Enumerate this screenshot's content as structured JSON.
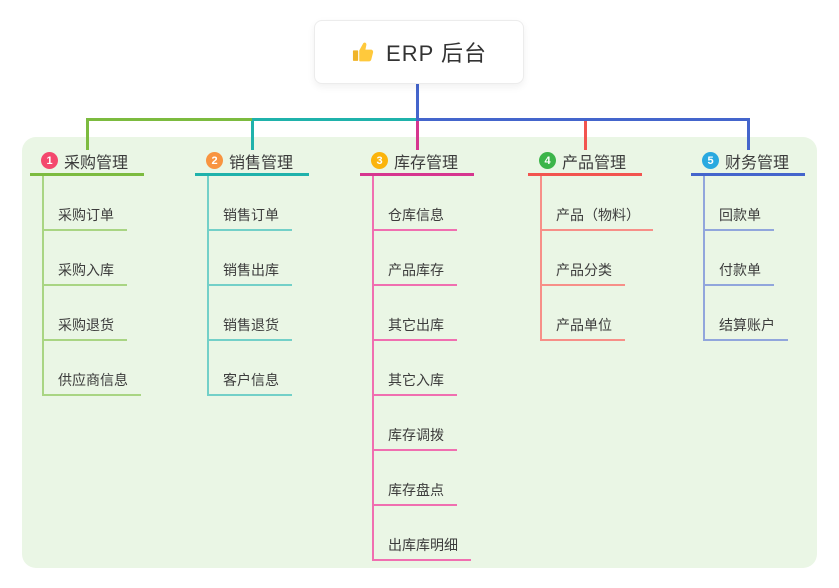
{
  "root": {
    "title": "ERP 后台",
    "icon": "thumbs-up-icon"
  },
  "colors": {
    "canvas_bg": "#FFFFFF",
    "panel_bg": "#EAF6E5",
    "root_connector": "#4465CC",
    "text": "#3C3C3C"
  },
  "branches": [
    {
      "index": "1",
      "title": "采购管理",
      "badge_color": "#F4486D",
      "line_color": "#7CBB3F",
      "line_light": "#A9D583",
      "items": [
        "采购订单",
        "采购入库",
        "采购退货",
        "供应商信息"
      ]
    },
    {
      "index": "2",
      "title": "销售管理",
      "badge_color": "#F89440",
      "line_color": "#1FB2AB",
      "line_light": "#73D0C8",
      "items": [
        "销售订单",
        "销售出库",
        "销售退货",
        "客户信息"
      ]
    },
    {
      "index": "3",
      "title": "库存管理",
      "badge_color": "#FBB40C",
      "line_color": "#D6368F",
      "line_light": "#F06FB0",
      "items": [
        "仓库信息",
        "产品库存",
        "其它出库",
        "其它入库",
        "库存调拨",
        "库存盘点",
        "出库库明细"
      ]
    },
    {
      "index": "4",
      "title": "产品管理",
      "badge_color": "#3CB54A",
      "line_color": "#F2544F",
      "line_light": "#F78F88",
      "items": [
        "产品（物料）",
        "产品分类",
        "产品单位"
      ]
    },
    {
      "index": "5",
      "title": "财务管理",
      "badge_color": "#29A9E0",
      "line_color": "#4465CC",
      "line_light": "#91A6DC",
      "items": [
        "回款单",
        "付款单",
        "结算账户"
      ]
    }
  ]
}
